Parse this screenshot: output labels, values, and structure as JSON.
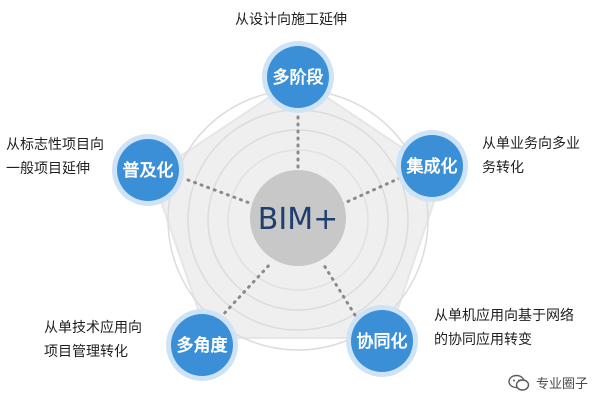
{
  "hub": {
    "label": "BIM+"
  },
  "nodes": [
    {
      "id": "top",
      "label": "多阶段",
      "desc": [
        "从设计向施工延伸"
      ]
    },
    {
      "id": "right",
      "label": "集成化",
      "desc": [
        "从单业务向多业",
        "务转化"
      ]
    },
    {
      "id": "bottom-right",
      "label": "协同化",
      "desc": [
        "从单机应用向基于网络",
        "的协同应用转变"
      ]
    },
    {
      "id": "bottom-left",
      "label": "多角度",
      "desc": [
        "从单技术应用向",
        "项目管理转化"
      ]
    },
    {
      "id": "left",
      "label": "普及化",
      "desc": [
        "从标志性项目向",
        "一般项目延伸"
      ]
    }
  ],
  "watermark": {
    "text": "专业圈子",
    "icon": "wechat-icon"
  },
  "colors": {
    "node_fill": "#3a8fd6",
    "node_ring": "#cfe3f6",
    "hub_fill": "#c8c8c8",
    "pentagon_fill": "#efefef",
    "dots": "#8a8a8a"
  }
}
